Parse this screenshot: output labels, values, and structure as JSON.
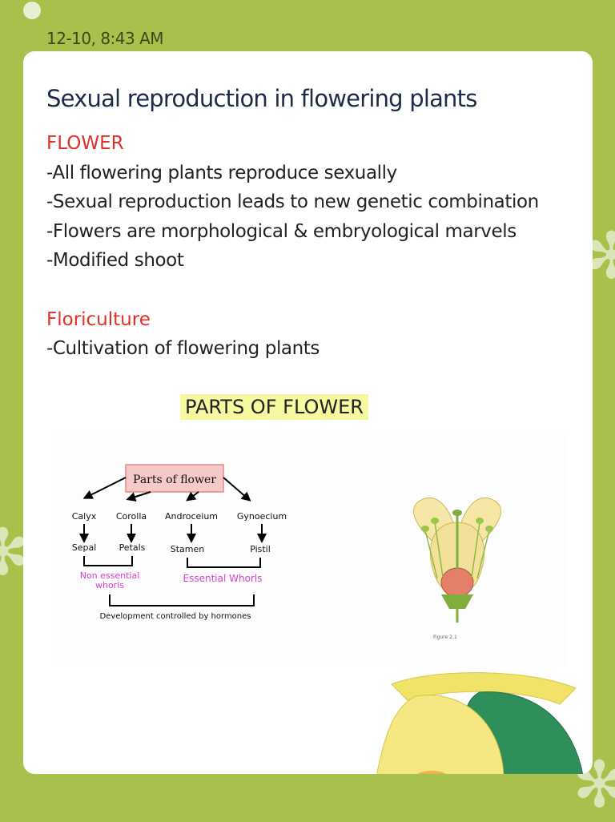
{
  "timestamp": "12-10, 8:43 AM",
  "title": "Sexual reproduction in flowering plants",
  "section1": {
    "heading": "FLOWER",
    "lines": [
      "-All flowering plants reproduce sexually",
      "-Sexual reproduction leads to new genetic combination",
      "-Flowers are morphological & embryological marvels",
      "-Modified shoot"
    ]
  },
  "section2": {
    "heading": "Floriculture",
    "lines": [
      "-Cultivation of flowering plants"
    ]
  },
  "parts_heading": "PARTS OF FLOWER",
  "diagram": {
    "root": "Parts of flower",
    "whorls": [
      "Calyx",
      "Corolla",
      "Androceium",
      "Gynoecium"
    ],
    "units": [
      "Sepal",
      "Petals",
      "Stamen",
      "Pistil"
    ],
    "non_essential": "Non essential whorls",
    "essential": "Essential Whorls",
    "footer": "Development controlled by hormones"
  },
  "colors": {
    "background": "#a8c04c",
    "accent_red": "#e0302a",
    "highlight": "#f7f9a0",
    "magenta": "#d63fd6"
  }
}
